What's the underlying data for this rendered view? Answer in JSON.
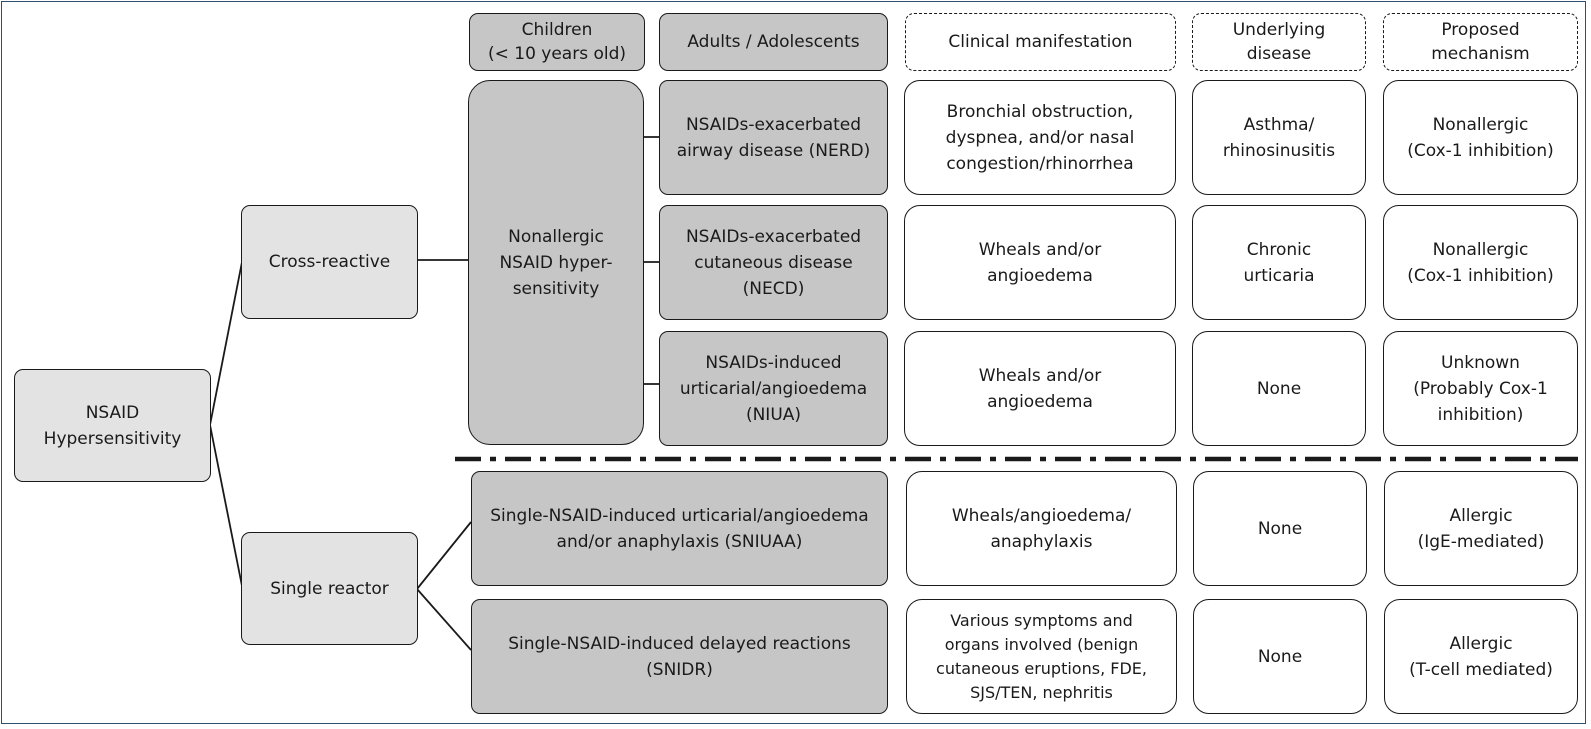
{
  "colors": {
    "light_box": "#e3e3e3",
    "mid_box": "#c6c6c6",
    "white_box": "#ffffff",
    "frame": "#2f4f6f"
  },
  "root": "NSAID\nHypersensitivity",
  "groups": {
    "cross": "Cross-reactive",
    "single": "Single reactor"
  },
  "headers": {
    "children": "Children\n(< 10 years old)",
    "adults": "Adults / Adolescents",
    "clinical": "Clinical manifestation",
    "disease": "Underlying\ndisease",
    "mechanism": "Proposed\nmechanism"
  },
  "nonallergic": "Nonallergic\nNSAID hyper-\nsensitivity",
  "rows": [
    {
      "type": "NSAIDs-exacerbated\nairway disease (NERD)",
      "clinical": "Bronchial obstruction,\ndyspnea, and/or nasal\ncongestion/rhinorrhea",
      "disease": "Asthma/\nrhinosinusitis",
      "mechanism": "Nonallergic\n(Cox-1 inhibition)"
    },
    {
      "type": "NSAIDs-exacerbated\ncutaneous disease\n(NECD)",
      "clinical": "Wheals and/or\nangioedema",
      "disease": "Chronic\nurticaria",
      "mechanism": "Nonallergic\n(Cox-1 inhibition)"
    },
    {
      "type": "NSAIDs-induced\nurticarial/angioedema\n(NIUA)",
      "clinical": "Wheals and/or\nangioedema",
      "disease": "None",
      "mechanism": "Unknown\n(Probably Cox-1\ninhibition)"
    },
    {
      "type": "Single-NSAID-induced urticarial/angioedema\nand/or anaphylaxis (SNIUAA)",
      "clinical": "Wheals/angioedema/\nanaphylaxis",
      "disease": "None",
      "mechanism": "Allergic\n(IgE-mediated)"
    },
    {
      "type": "Single-NSAID-induced delayed reactions\n(SNIDR)",
      "clinical": "Various symptoms and\norgans involved (benign\ncutaneous eruptions, FDE,\nSJS/TEN, nephritis",
      "disease": "None",
      "mechanism": "Allergic\n(T-cell mediated)"
    }
  ]
}
